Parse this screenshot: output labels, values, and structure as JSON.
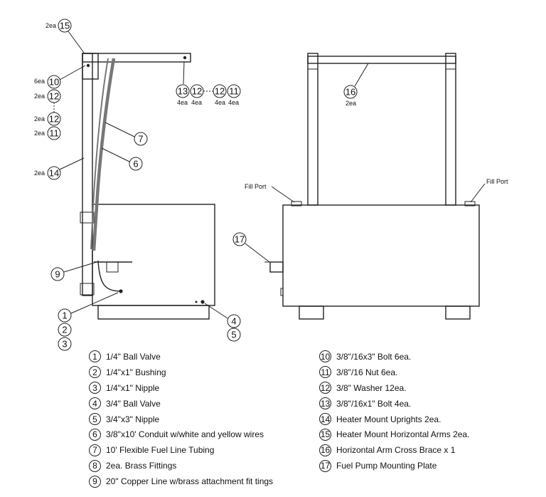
{
  "callouts": {
    "c15": {
      "num": "15",
      "qty": "2ea"
    },
    "c10": {
      "num": "10",
      "qty": "6ea"
    },
    "c12a": {
      "num": "12",
      "qty": "2ea"
    },
    "c12b": {
      "num": "12",
      "qty": "2ea"
    },
    "c11": {
      "num": "11",
      "qty": "2ea"
    },
    "c14": {
      "num": "14",
      "qty": "2ea"
    },
    "c7": {
      "num": "7"
    },
    "c6": {
      "num": "6"
    },
    "c9": {
      "num": "9"
    },
    "c1": {
      "num": "1"
    },
    "c2": {
      "num": "2"
    },
    "c3": {
      "num": "3"
    },
    "c4": {
      "num": "4"
    },
    "c5": {
      "num": "5"
    },
    "c13": {
      "num": "13",
      "qty": "4ea"
    },
    "c12c": {
      "num": "12",
      "qty": "4ea"
    },
    "c12d": {
      "num": "12",
      "qty": "4ea"
    },
    "c11b": {
      "num": "11",
      "qty": "4ea"
    },
    "c16": {
      "num": "16",
      "qty": "2ea"
    },
    "c17": {
      "num": "17"
    }
  },
  "labels": {
    "fill_port_left": "Fill Port",
    "fill_port_right": "Fill Port"
  },
  "legend_left": [
    {
      "num": "1",
      "text": "1/4\" Ball Valve"
    },
    {
      "num": "2",
      "text": "1/4\"x1\" Bushing"
    },
    {
      "num": "3",
      "text": "1/4\"x1\" Nipple"
    },
    {
      "num": "4",
      "text": "3/4\" Ball Valve"
    },
    {
      "num": "5",
      "text": "3/4\"x3\" Nipple"
    },
    {
      "num": "6",
      "text": "3/8\"x10' Conduit w/white and yellow  wires"
    },
    {
      "num": "7",
      "text": "10' Flexible Fuel Line Tubing"
    },
    {
      "num": "8",
      "text": "2ea. Brass Fittings"
    },
    {
      "num": "9",
      "text": "20\" Copper Line w/brass attachment fit tings"
    }
  ],
  "legend_right": [
    {
      "num": "10",
      "text": "3/8\"/16x3\" Bolt 6ea."
    },
    {
      "num": "11",
      "text": "3/8\"/16 Nut  6ea."
    },
    {
      "num": "12",
      "text": "3/8\" Washer 12ea."
    },
    {
      "num": "13",
      "text": "3/8\"/16x1\" Bolt 4ea."
    },
    {
      "num": "14",
      "text": "Heater Mount Uprights 2ea."
    },
    {
      "num": "15",
      "text": "Heater Mount Horizontal Arms 2ea."
    },
    {
      "num": "16",
      "text": "Horizontal Arm Cross Brace x 1"
    },
    {
      "num": "17",
      "text": "Fuel Pump Mounting Plate"
    }
  ]
}
